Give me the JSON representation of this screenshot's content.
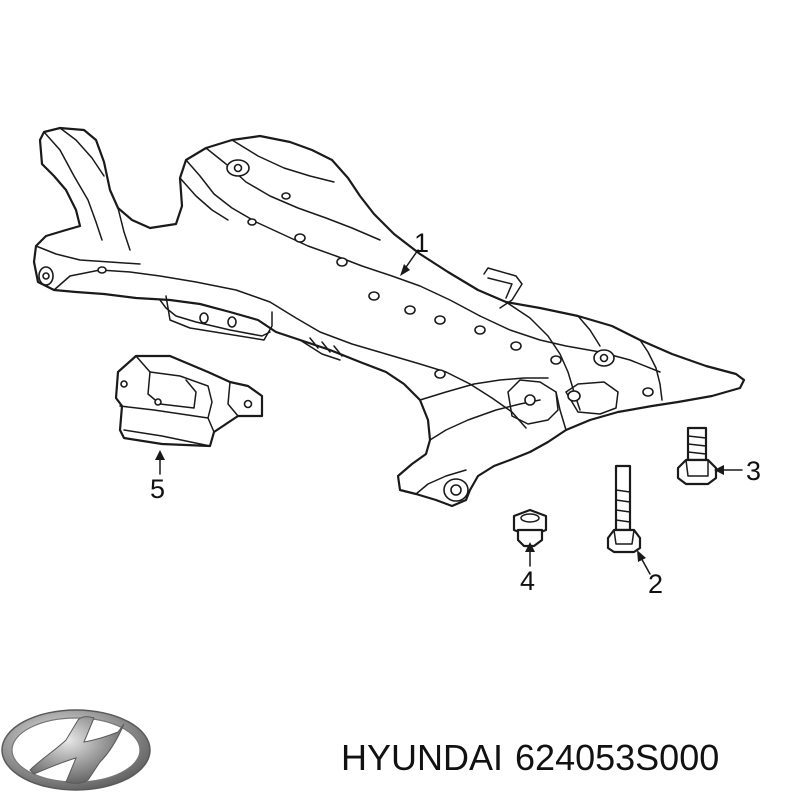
{
  "diagram": {
    "callouts": [
      {
        "id": "1",
        "label": "1"
      },
      {
        "id": "2",
        "label": "2"
      },
      {
        "id": "3",
        "label": "3"
      },
      {
        "id": "4",
        "label": "4"
      },
      {
        "id": "5",
        "label": "5"
      }
    ]
  },
  "caption": {
    "brand": "HYUNDAI",
    "part_number": "624053S000"
  },
  "logo": {
    "name": "hyundai-logo",
    "color": "#8a8a8a"
  }
}
